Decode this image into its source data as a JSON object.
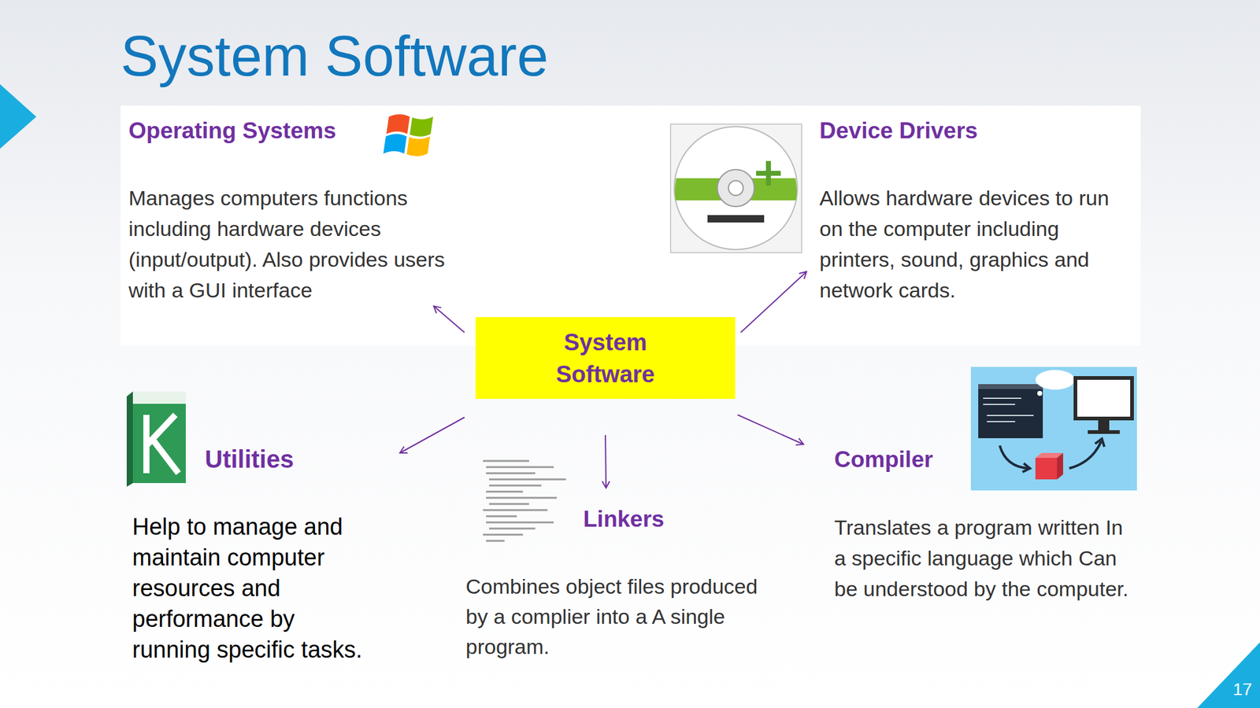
{
  "diagram": {
    "title": "System Software",
    "nodes": [
      {
        "text": [
          "Operating Systems",
          "Manages computers functions including hardware devices (input/output). Also provides users with a GUI interface"
        ]
      },
      {
        "text": [
          "Device Drivers",
          "Allows hardware devices to run on the computer including printers, sound, graphics and network cards."
        ]
      },
      {
        "text": [
          "System Software"
        ]
      },
      {
        "text": [
          "Utilities",
          "Help to manage and maintain computer resources and performance by running specific tasks."
        ]
      },
      {
        "text": [
          "Linkers",
          "Combines object files produced by a complier into a A single program."
        ]
      },
      {
        "text": [
          "Compiler",
          "Translates a program written In a specific language which Can be understood by the computer."
        ]
      }
    ],
    "edges": [
      {
        "from": 2,
        "to": 0,
        "arrow": "to"
      },
      {
        "from": 2,
        "to": 1,
        "arrow": "to"
      },
      {
        "from": 2,
        "to": 3,
        "arrow": "to"
      },
      {
        "from": 2,
        "to": 4,
        "arrow": "to"
      },
      {
        "from": 2,
        "to": 5,
        "arrow": "to"
      }
    ],
    "labels": [
      "17"
    ]
  }
}
